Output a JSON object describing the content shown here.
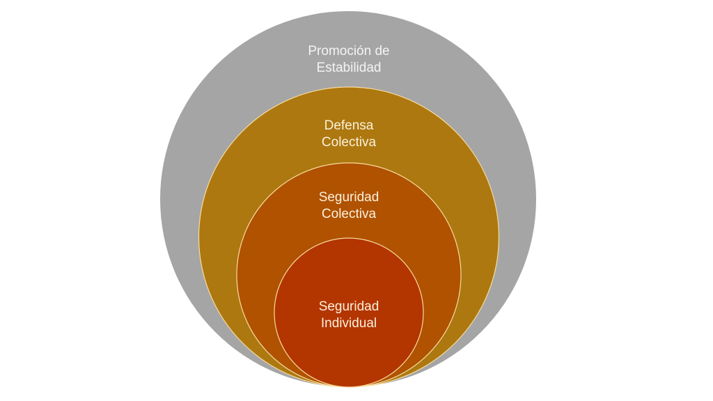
{
  "diagram": {
    "type": "nested-circles",
    "layers": [
      {
        "id": "promocion",
        "lines": [
          "Promoción de",
          "Estabilidad"
        ],
        "color": "#a5a5a5"
      },
      {
        "id": "defensa",
        "lines": [
          "Defensa",
          "Colectiva"
        ],
        "color": "#ad780f"
      },
      {
        "id": "seg-colectiva",
        "lines": [
          "Seguridad",
          "Colectiva"
        ],
        "color": "#b05200"
      },
      {
        "id": "seg-individual",
        "lines": [
          "Seguridad",
          "Individual"
        ],
        "color": "#b33500"
      }
    ],
    "outline_color": "#f7dca0"
  }
}
